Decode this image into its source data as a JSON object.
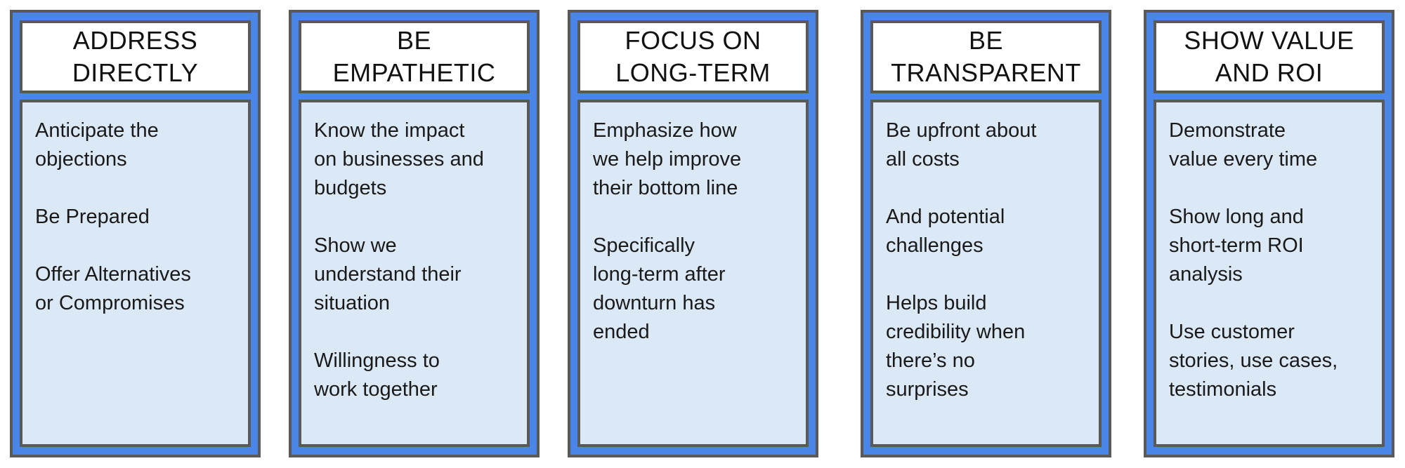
{
  "columns": [
    {
      "title": [
        "ADDRESS",
        "DIRECTLY"
      ],
      "paragraphs": [
        [
          "Anticipate the",
          "objections"
        ],
        [
          "Be Prepared"
        ],
        [
          "Offer Alternatives",
          "or Compromises"
        ]
      ]
    },
    {
      "title": [
        "BE",
        "EMPATHETIC"
      ],
      "paragraphs": [
        [
          "Know the impact",
          "on businesses and",
          "budgets"
        ],
        [
          "Show we",
          "understand their",
          "situation"
        ],
        [
          "Willingness to",
          "work together"
        ]
      ]
    },
    {
      "title": [
        "FOCUS ON",
        "LONG-TERM"
      ],
      "paragraphs": [
        [
          "Emphasize how",
          "we help improve",
          "their bottom line"
        ],
        [
          "Specifically",
          "long-term after",
          "downturn has",
          "ended"
        ]
      ]
    },
    {
      "title": [
        "BE",
        "TRANSPARENT"
      ],
      "paragraphs": [
        [
          "Be upfront about",
          "all costs"
        ],
        [
          "And potential",
          "challenges"
        ],
        [
          "Helps build",
          "credibility when",
          "there’s no",
          "surprises"
        ]
      ]
    },
    {
      "title": [
        "SHOW VALUE",
        "AND ROI"
      ],
      "paragraphs": [
        [
          "Demonstrate",
          "value every time"
        ],
        [
          "Show long and",
          "short-term ROI",
          "analysis"
        ],
        [
          "Use customer",
          "stories, use cases,",
          "testimonials"
        ]
      ]
    }
  ],
  "colors": {
    "frame": "#4a86e8",
    "border": "#595959",
    "body_fill": "#dbe8f6",
    "header_fill": "#ffffff"
  }
}
